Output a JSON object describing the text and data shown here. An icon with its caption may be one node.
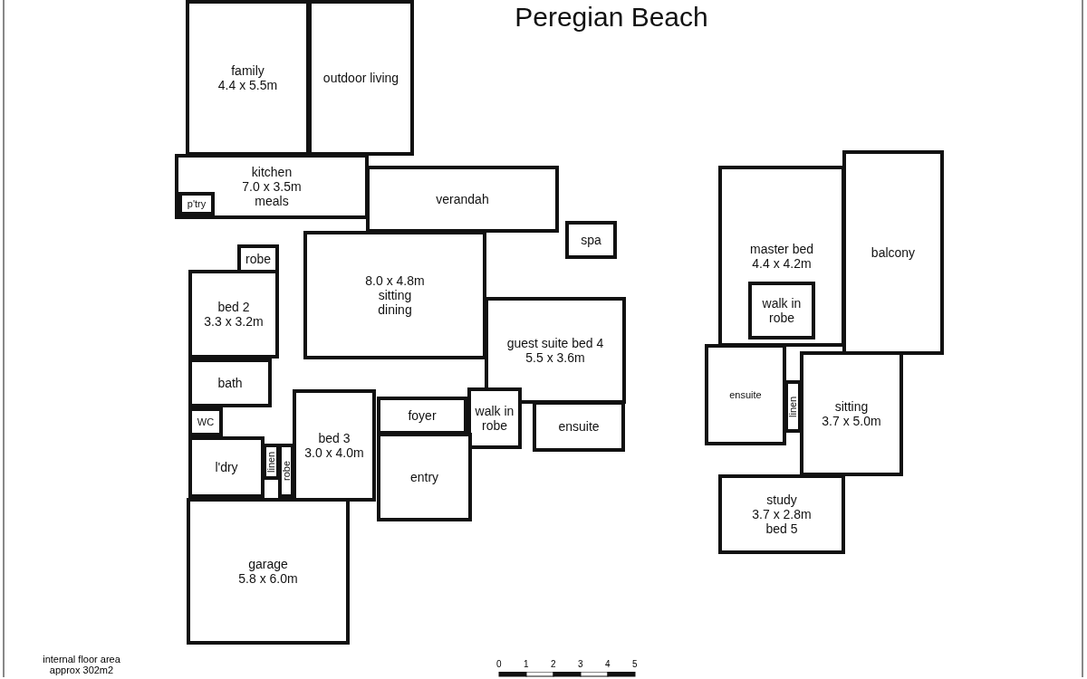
{
  "diagram": {
    "title": "Peregian Beach",
    "nodes": [
      {
        "text": [
          "family",
          "4.4 x 5.5m"
        ]
      },
      {
        "text": [
          "outdoor living"
        ]
      },
      {
        "text": [
          "kitchen",
          "7.0 x 3.5m",
          "meals"
        ]
      },
      {
        "text": [
          "p'try"
        ],
        "in": 2
      },
      {
        "text": [
          "verandah"
        ]
      },
      {
        "text": [
          "spa"
        ]
      },
      {
        "text": [
          "master bed",
          "4.4 x 4.2m"
        ]
      },
      {
        "text": [
          "balcony"
        ]
      },
      {
        "text": [
          "robe"
        ]
      },
      {
        "text": [
          "8.0 x 4.8m",
          "sitting",
          "dining"
        ]
      },
      {
        "text": [
          "bed 2",
          "3.3 x 3.2m"
        ]
      },
      {
        "text": [
          "walk in robe"
        ],
        "in": 6
      },
      {
        "text": [
          "guest suite bed 4",
          "5.5 x 3.6m"
        ]
      },
      {
        "text": [
          "bath"
        ]
      },
      {
        "text": [
          "ensuite"
        ]
      },
      {
        "text": [
          "sitting",
          "3.7 x 5.0m"
        ]
      },
      {
        "text": [
          "linen"
        ]
      },
      {
        "text": [
          "bed 3",
          "3.0 x 4.0m"
        ]
      },
      {
        "text": [
          "foyer"
        ]
      },
      {
        "text": [
          "WC"
        ]
      },
      {
        "text": [
          "walk in robe"
        ]
      },
      {
        "text": [
          "ensuite"
        ]
      },
      {
        "text": [
          "entry"
        ]
      },
      {
        "text": [
          "l'dry"
        ]
      },
      {
        "text": [
          "linen"
        ]
      },
      {
        "text": [
          "robe"
        ]
      },
      {
        "text": [
          "study",
          "3.7 x 2.8m",
          "bed 5"
        ]
      },
      {
        "text": [
          "garage",
          "5.8 x 6.0m"
        ]
      }
    ],
    "labels": [
      "internal floor area approx 302m2",
      "0",
      "1",
      "2",
      "3",
      "4",
      "5"
    ]
  }
}
